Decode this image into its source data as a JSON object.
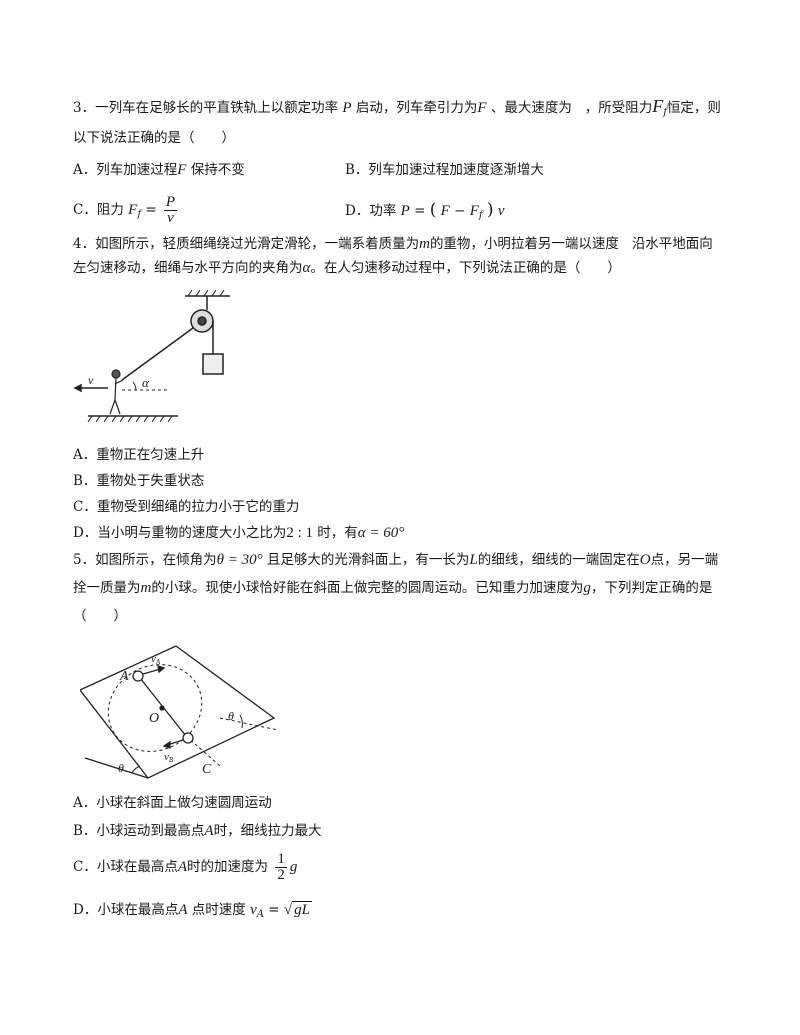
{
  "q3": {
    "number": "3．",
    "stem_1a": "一列车在足够长的平直铁轨上以额定功率",
    "stem_1b": "启动，列车牵引力为",
    "stem_1c": "、最大速度为",
    "stem_1d": "，所受阻力",
    "stem_1e": "恒定，则",
    "stem_2": "以下说法正确的是（　　）",
    "optA": "A．列车加速过程",
    "optA_tail": "保持不变",
    "optB": "B．列车加速过程加速度逐渐增大",
    "optC": "C．阻力",
    "optD": "D．功率",
    "sym_P": "P",
    "sym_F": "F",
    "sym_Ff": "F",
    "sym_f": "f",
    "sym_v": "v"
  },
  "q4": {
    "number": "4．",
    "stem_1a": "如图所示，轻质细绳绕过光滑定滑轮，一端系着质量为",
    "stem_1b": "的重物，小明拉着另一端以速度",
    "stem_1c": "沿水平地面向",
    "stem_2a": "左匀速移动，细绳与水平方向的夹角为",
    "stem_2b": "。在人匀速移动过程中，下列说法正确的是（　　）",
    "sym_m": "m",
    "sym_alpha": "α",
    "fig_v": "v",
    "fig_alpha": "α",
    "optA": "A．重物正在匀速上升",
    "optB": "B．重物处于失重状态",
    "optC": "C．重物受到细绳的拉力小于它的重力",
    "optD_a": "D．当小明与重物的速度大小之比为",
    "optD_ratio": "2 : 1",
    "optD_b": "时，有",
    "optD_eq": "α = 60°"
  },
  "q5": {
    "number": "5．",
    "stem_1a": "如图所示，在倾角为",
    "stem_1eq": "θ = 30°",
    "stem_1b": "且足够大的光滑斜面上，有一长为",
    "stem_1c": "的细线，细线的一端固定在",
    "stem_1d": "点，另一端",
    "stem_2a": "拴一质量为",
    "stem_2b": "的小球。现使小球恰好能在斜面上做完整的圆周运动。已知重力加速度为",
    "stem_2c": "，下列判定正确的是",
    "stem_3": "（　　）",
    "sym_L": "L",
    "sym_O": "O",
    "sym_m": "m",
    "sym_g": "g",
    "sym_A": "A",
    "fig_A": "A",
    "fig_O": "O",
    "fig_C": "C",
    "fig_vA": "v",
    "fig_vA_sub": "A",
    "fig_vB": "v",
    "fig_vB_sub": "B",
    "fig_theta": "θ",
    "optA": "A．小球在斜面上做匀速圆周运动",
    "optB_a": "B．小球运动到最高点",
    "optB_b": "时，细线拉力最大",
    "optC_a": "C．小球在最高点",
    "optC_b": "时的加速度为",
    "optD_a": "D．小球在最高点",
    "optD_b": "点时速度",
    "frac_num": "1",
    "frac_den": "2",
    "sym_gL": "gL"
  }
}
